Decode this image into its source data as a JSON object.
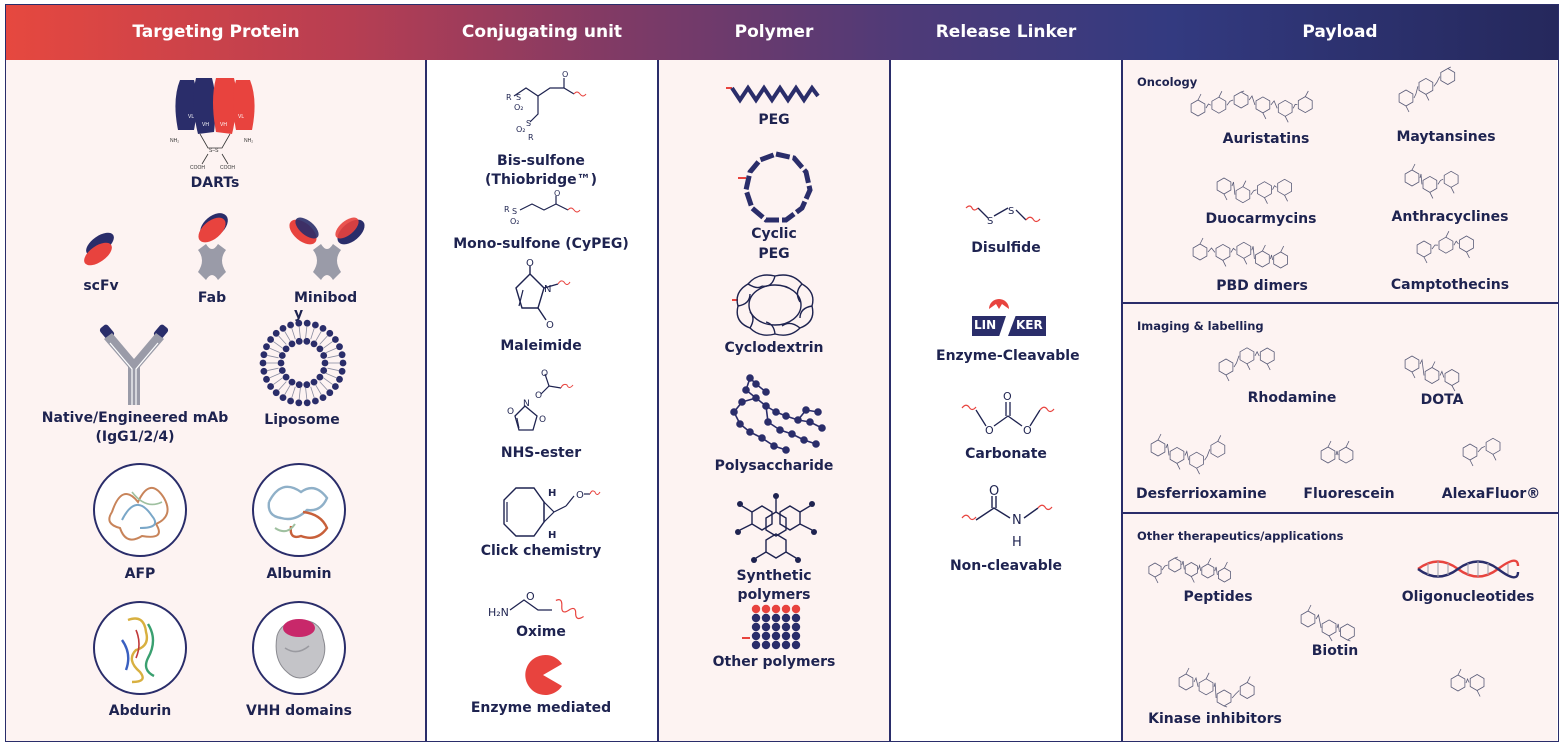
{
  "headers": {
    "targeting": "Targeting Protein",
    "conjugating": "Conjugating unit",
    "polymer": "Polymer",
    "release": "Release Linker",
    "payload": "Payload"
  },
  "targeting": {
    "darts": "DARTs",
    "darts_marks": {
      "vl": "VL",
      "vh": "VH",
      "nh2": "NH₂",
      "ss": "S–S",
      "cooh": "COOH"
    },
    "scfv": "scFv",
    "fab": "Fab",
    "minibody_line1": "Minibod",
    "minibody_line2": "y",
    "mab_line1": "Native/Engineered mAb",
    "mab_line2": "(IgG1/2/4)",
    "liposome": "Liposome",
    "afp": "AFP",
    "albumin": "Albumin",
    "abdurin": "Abdurin",
    "vhh": "VHH domains"
  },
  "conjugating": {
    "bis_line1": "Bis-sulfone",
    "bis_line2": "(Thiobridge™)",
    "mono": "Mono-sulfone (CyPEG)",
    "maleimide": "Maleimide",
    "nhs": "NHS-ester",
    "click": "Click chemistry",
    "oxime": "Oxime",
    "enzyme": "Enzyme mediated",
    "atoms": {
      "R": "R",
      "S": "S",
      "O": "O",
      "O2": "O₂",
      "N": "N",
      "H": "H",
      "H2N": "H₂N"
    }
  },
  "polymer": {
    "peg": "PEG",
    "cyclic_line1": "Cyclic",
    "cyclic_line2": "PEG",
    "cyclodextrin": "Cyclodextrin",
    "polysaccharide": "Polysaccharide",
    "synthetic_line1": "Synthetic",
    "synthetic_line2": "polymers",
    "other": "Other polymers"
  },
  "release": {
    "disulfide": "Disulfide",
    "enzyme_cleavable": "Enzyme-Cleavable",
    "linker_left": "LIN",
    "linker_right": "KER",
    "carbonate": "Carbonate",
    "noncleavable": "Non-cleavable",
    "atoms": {
      "S": "S",
      "O": "O",
      "N": "N",
      "H": "H"
    }
  },
  "payload": {
    "oncology": {
      "title": "Oncology",
      "items": [
        "Auristatins",
        "Maytansines",
        "Duocarmycins",
        "Anthracyclines",
        "PBD dimers",
        "Camptothecins"
      ]
    },
    "imaging": {
      "title": "Imaging & labelling",
      "items": [
        "Rhodamine",
        "DOTA",
        "Desferrioxamine",
        "Fluorescein",
        "AlexaFluor®"
      ]
    },
    "other": {
      "title": "Other therapeutics/applications",
      "items": [
        "Peptides",
        "Oligonucleotides",
        "Biotin",
        "Kinase inhibitors"
      ]
    }
  },
  "colors": {
    "navy": "#2a2d6a",
    "red": "#e8433e",
    "grey": "#9a9ba8",
    "pink_bg": "#fdf3f2"
  }
}
